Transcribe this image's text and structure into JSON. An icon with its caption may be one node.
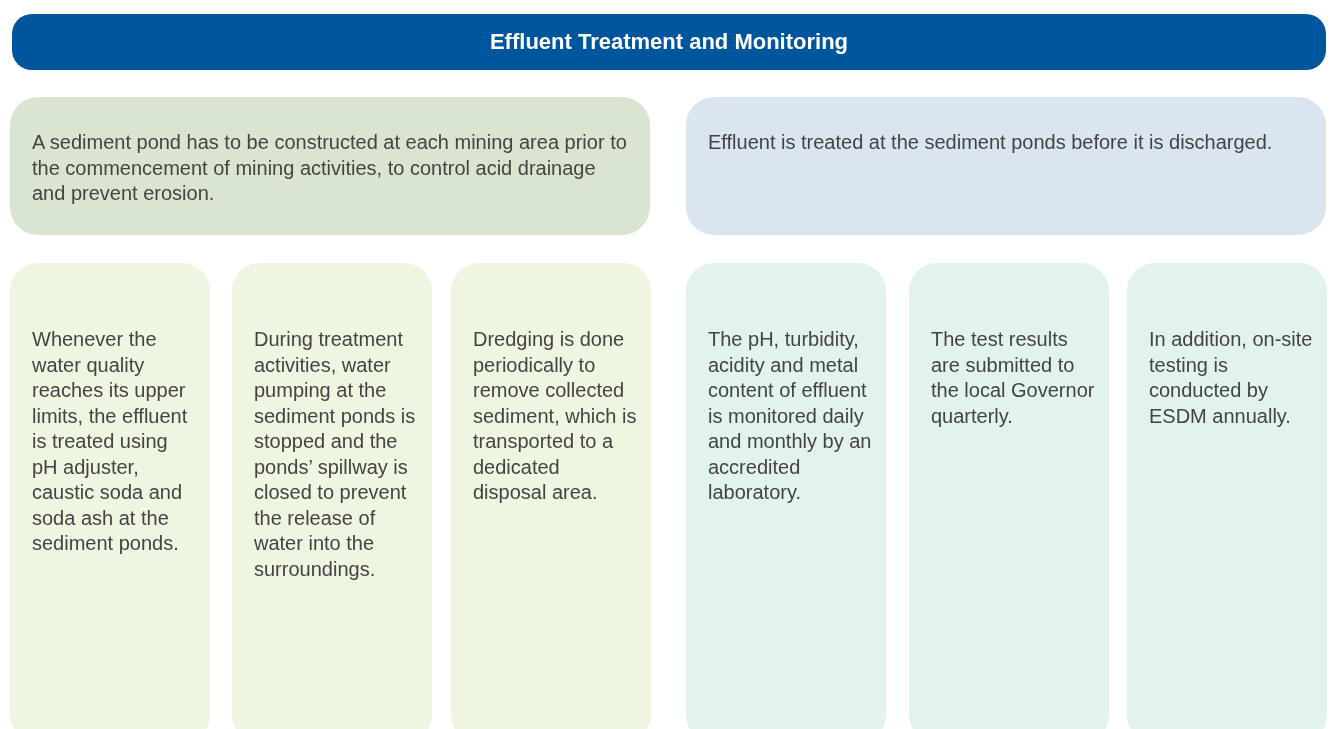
{
  "diagram": {
    "title": "Effluent Treatment and Monitoring",
    "nodes": [
      {
        "text": [
          "A sediment pond has to be constructed at each mining area prior to the commencement of mining activities, to control acid drainage and prevent erosion."
        ]
      },
      {
        "text": [
          "Effluent is treated at the sediment ponds before it is discharged."
        ]
      },
      {
        "text": [
          "Whenever the water quality reaches its upper limits, the effluent is treated using pH adjuster, caustic soda and soda ash at the sediment ponds."
        ]
      },
      {
        "text": [
          "During treatment activities, water pumping at the sediment ponds is stopped and the ponds’ spillway is closed to prevent the release of water into the surroundings."
        ]
      },
      {
        "text": [
          "Dredging is done periodically to remove collected sediment, which is transported to a dedicated disposal area."
        ]
      },
      {
        "text": [
          "The pH, turbidity, acidity and metal content of effluent is monitored daily and monthly by an accredited laboratory."
        ]
      },
      {
        "text": [
          "The test results are submitted to the local Governor quarterly."
        ]
      },
      {
        "text": [
          "In addition, on-site testing is conducted by ESDM annually."
        ]
      }
    ]
  }
}
